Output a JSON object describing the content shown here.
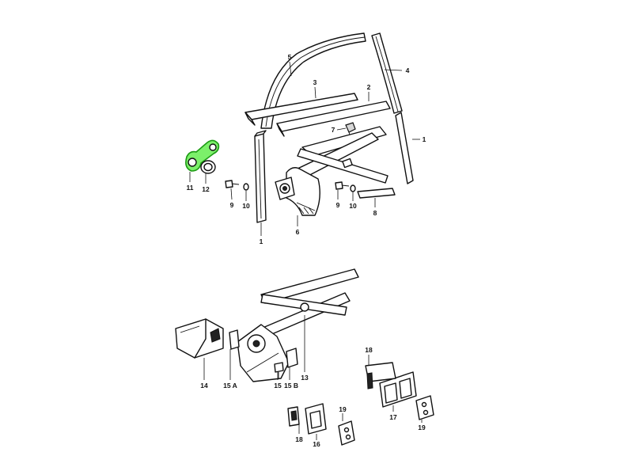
{
  "callouts": {
    "c1_glass_channel": "1",
    "c1_rear_guide": "1",
    "c2_outer_strip": "2",
    "c3_inner_strip": "3",
    "c4_vertical_seal": "4",
    "c5_frame_seal": "5",
    "c6_regulator": "6",
    "c7_clip": "7",
    "c8_rail": "8",
    "c9_left": "9",
    "c9_right": "9",
    "c10_left": "10",
    "c10_right": "10",
    "c11_crank": "11",
    "c12_escutcheon": "12",
    "c13_power_regulator": "13",
    "c14_motor": "14",
    "c15_bolt": "15",
    "c15a": "15 A",
    "c15b": "15 B",
    "c16_switch_single": "16",
    "c17_switch_double": "17",
    "c18_left": "18",
    "c18_right": "18",
    "c19_left": "19",
    "c19_right": "19"
  },
  "highlight": {
    "part": "11",
    "color": "#7cf06a"
  }
}
